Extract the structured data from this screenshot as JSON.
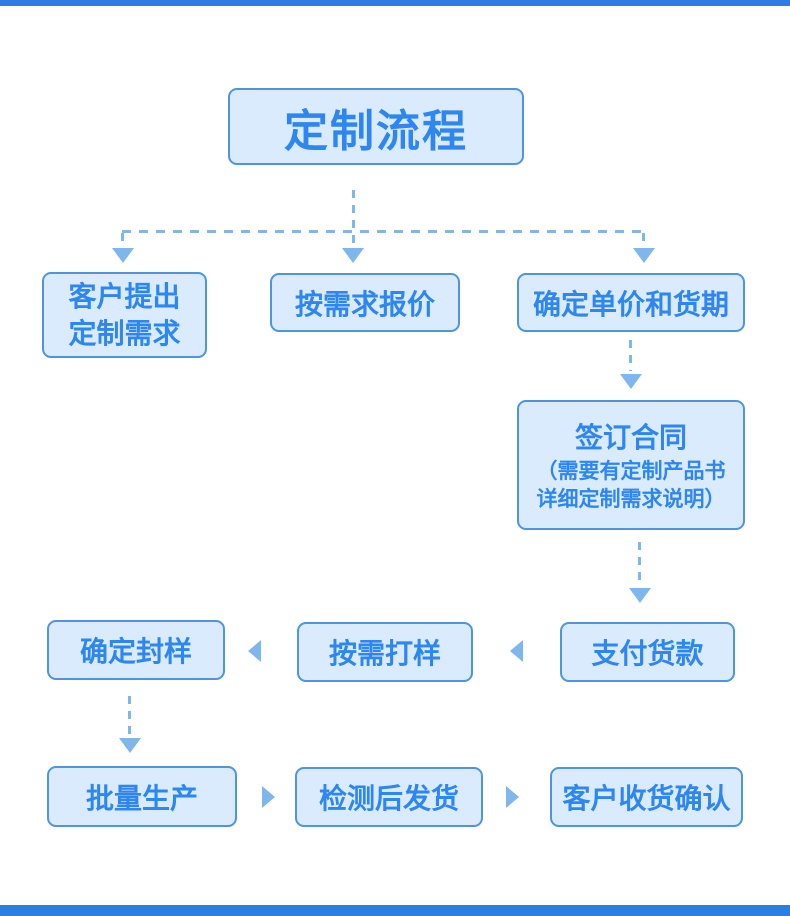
{
  "colors": {
    "trim_bar": "#2e7de2",
    "node_fill": "#d9ebfc",
    "node_border": "#4e95dc",
    "node_text": "#2e86f0",
    "connector": "#7fb6ec"
  },
  "flowchart": {
    "title": "定制流程",
    "nodes": {
      "customer_request": "客户提出\n定制需求",
      "quote_on_demand": "按需求报价",
      "confirm_price_delivery": "确定单价和货期",
      "sign_contract": "签订合同",
      "sign_contract_note": "（需要有定制产品书\n详细定制需求说明）",
      "pay_for_goods": "支付货款",
      "sample_on_demand": "按需打样",
      "confirm_sealed_sample": "确定封样",
      "mass_production": "批量生产",
      "ship_after_inspection": "检测后发货",
      "customer_receipt_confirmation": "客户收货确认"
    }
  }
}
